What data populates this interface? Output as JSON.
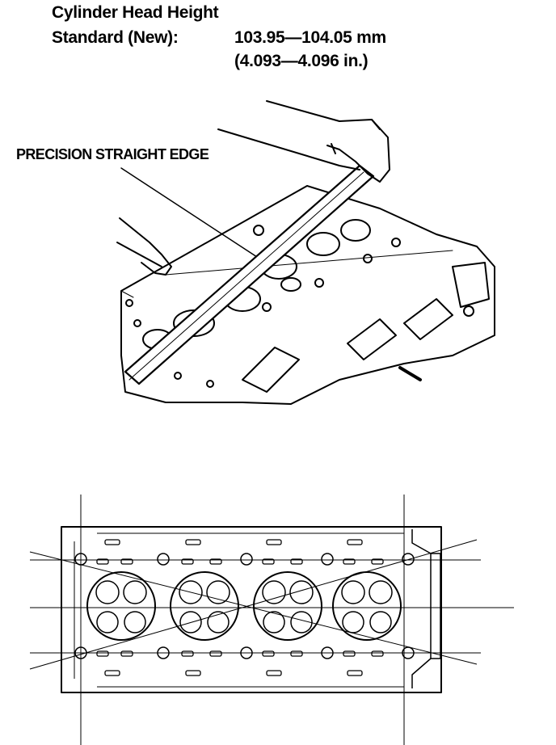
{
  "spec": {
    "title": "Cylinder Head Height",
    "standard_label": "Standard (New):",
    "standard_mm": "103.95—104.05 mm",
    "standard_in": "(4.093—4.096 in.)"
  },
  "illustration": {
    "callout_label": "PRECISION STRAIGHT EDGE"
  }
}
